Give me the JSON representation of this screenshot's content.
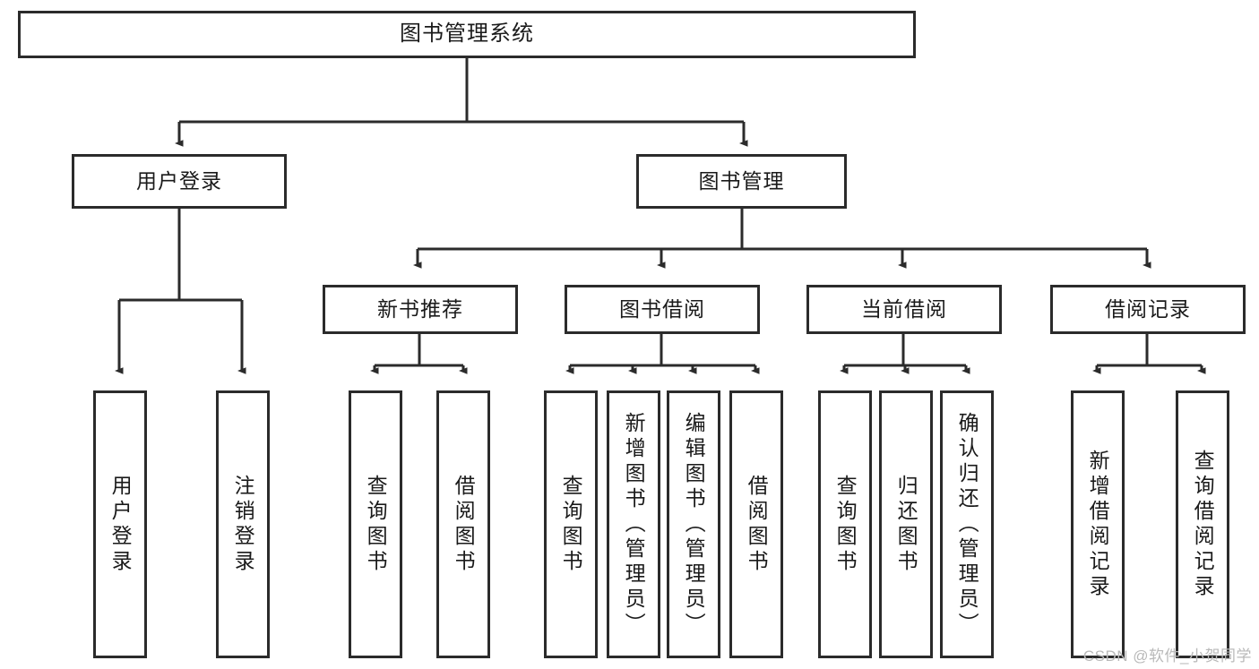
{
  "diagram": {
    "title": "图书管理系统",
    "type": "tree-hierarchy-chart",
    "colors": {
      "border": "#2b2b2b",
      "background": "#ffffff",
      "text": "#1a1a1a",
      "watermark": "#b9b9b9"
    }
  },
  "root": {
    "label": "图书管理系统"
  },
  "level2": [
    {
      "label": "用户登录"
    },
    {
      "label": "图书管理"
    }
  ],
  "level3": [
    {
      "label": "新书推荐"
    },
    {
      "label": "图书借阅"
    },
    {
      "label": "当前借阅"
    },
    {
      "label": "借阅记录"
    }
  ],
  "leaves": {
    "user_login": [
      {
        "label": "用户登录"
      },
      {
        "label": "注销登录"
      }
    ],
    "new_book_recommend": [
      {
        "label": "查询图书"
      },
      {
        "label": "借阅图书"
      }
    ],
    "book_borrow": [
      {
        "label": "查询图书"
      },
      {
        "label": "新增图书（管理员）"
      },
      {
        "label": "编辑图书（管理员）"
      },
      {
        "label": "借阅图书"
      }
    ],
    "current_borrow": [
      {
        "label": "查询图书"
      },
      {
        "label": "归还图书"
      },
      {
        "label": "确认归还（管理员）"
      }
    ],
    "borrow_record": [
      {
        "label": "新增借阅记录"
      },
      {
        "label": "查询借阅记录"
      }
    ]
  },
  "watermark": {
    "text": "CSDN @软件_小贺同学"
  }
}
